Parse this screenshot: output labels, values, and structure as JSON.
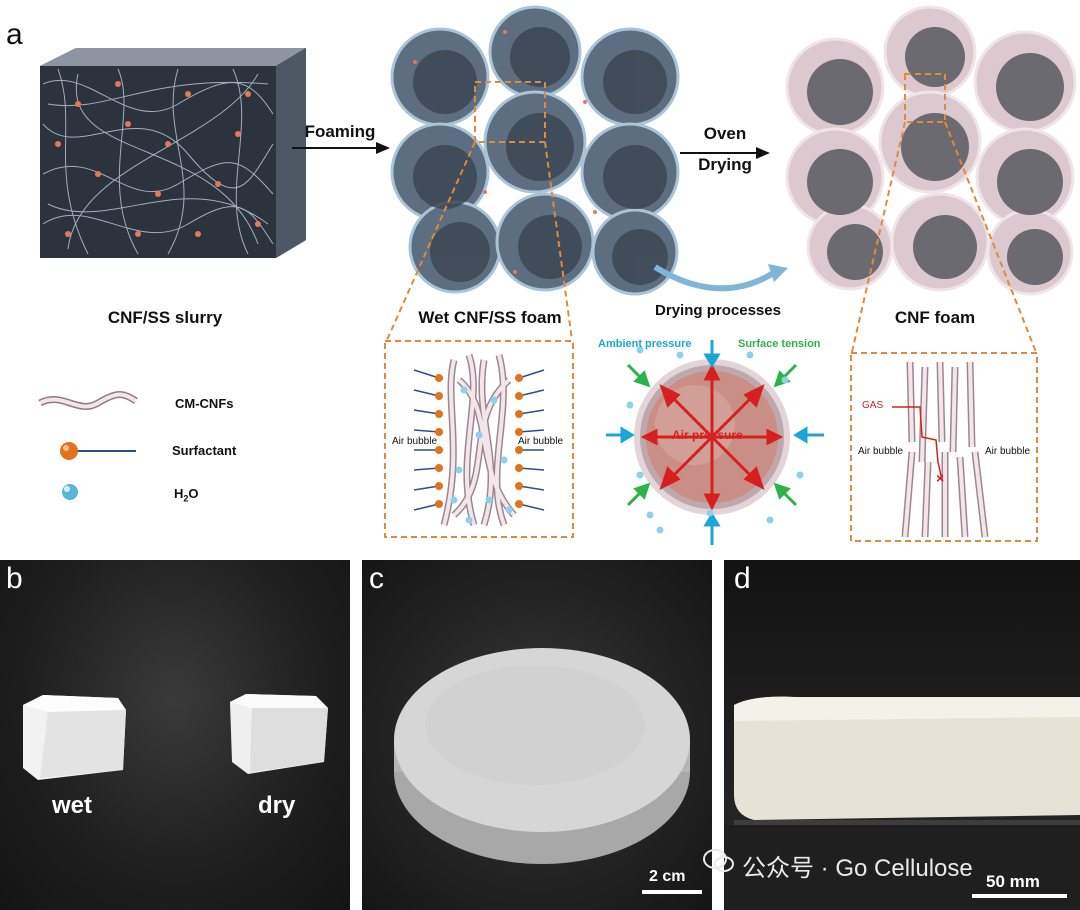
{
  "panel_a": {
    "letter": "a",
    "step1_label": "Foaming",
    "step2_label_line1": "Oven",
    "step2_label_line2": "Drying",
    "slurry_caption": "CNF/SS slurry",
    "wet_caption": "Wet CNF/SS foam",
    "drying_caption": "Drying processes",
    "foam_caption": "CNF foam",
    "legend": {
      "item1": "CM-CNFs",
      "item2": "Surfactant",
      "item3_main": "H",
      "item3_sub": "2",
      "item3_tail": "O"
    },
    "inset_wet": {
      "left": "Air bubble",
      "right": "Air bubble"
    },
    "inset_drying": {
      "ambient": "Ambient pressure",
      "surface": "Surface tension",
      "air_pressure": "Air pressure"
    },
    "inset_foam": {
      "gas": "GAS",
      "left": "Air bubble",
      "right": "Air bubble",
      "cross": "×"
    },
    "colors": {
      "ambient": "#1aa7d8",
      "surface": "#2db24a",
      "air": "#d62020",
      "dash": "#e08a3c"
    }
  },
  "panel_b": {
    "letter": "b",
    "wet": "wet",
    "dry": "dry"
  },
  "panel_c": {
    "letter": "c",
    "scale": "2 cm"
  },
  "panel_d": {
    "letter": "d",
    "scale": "50 mm"
  },
  "watermark": "公众号 · Go Cellulose"
}
